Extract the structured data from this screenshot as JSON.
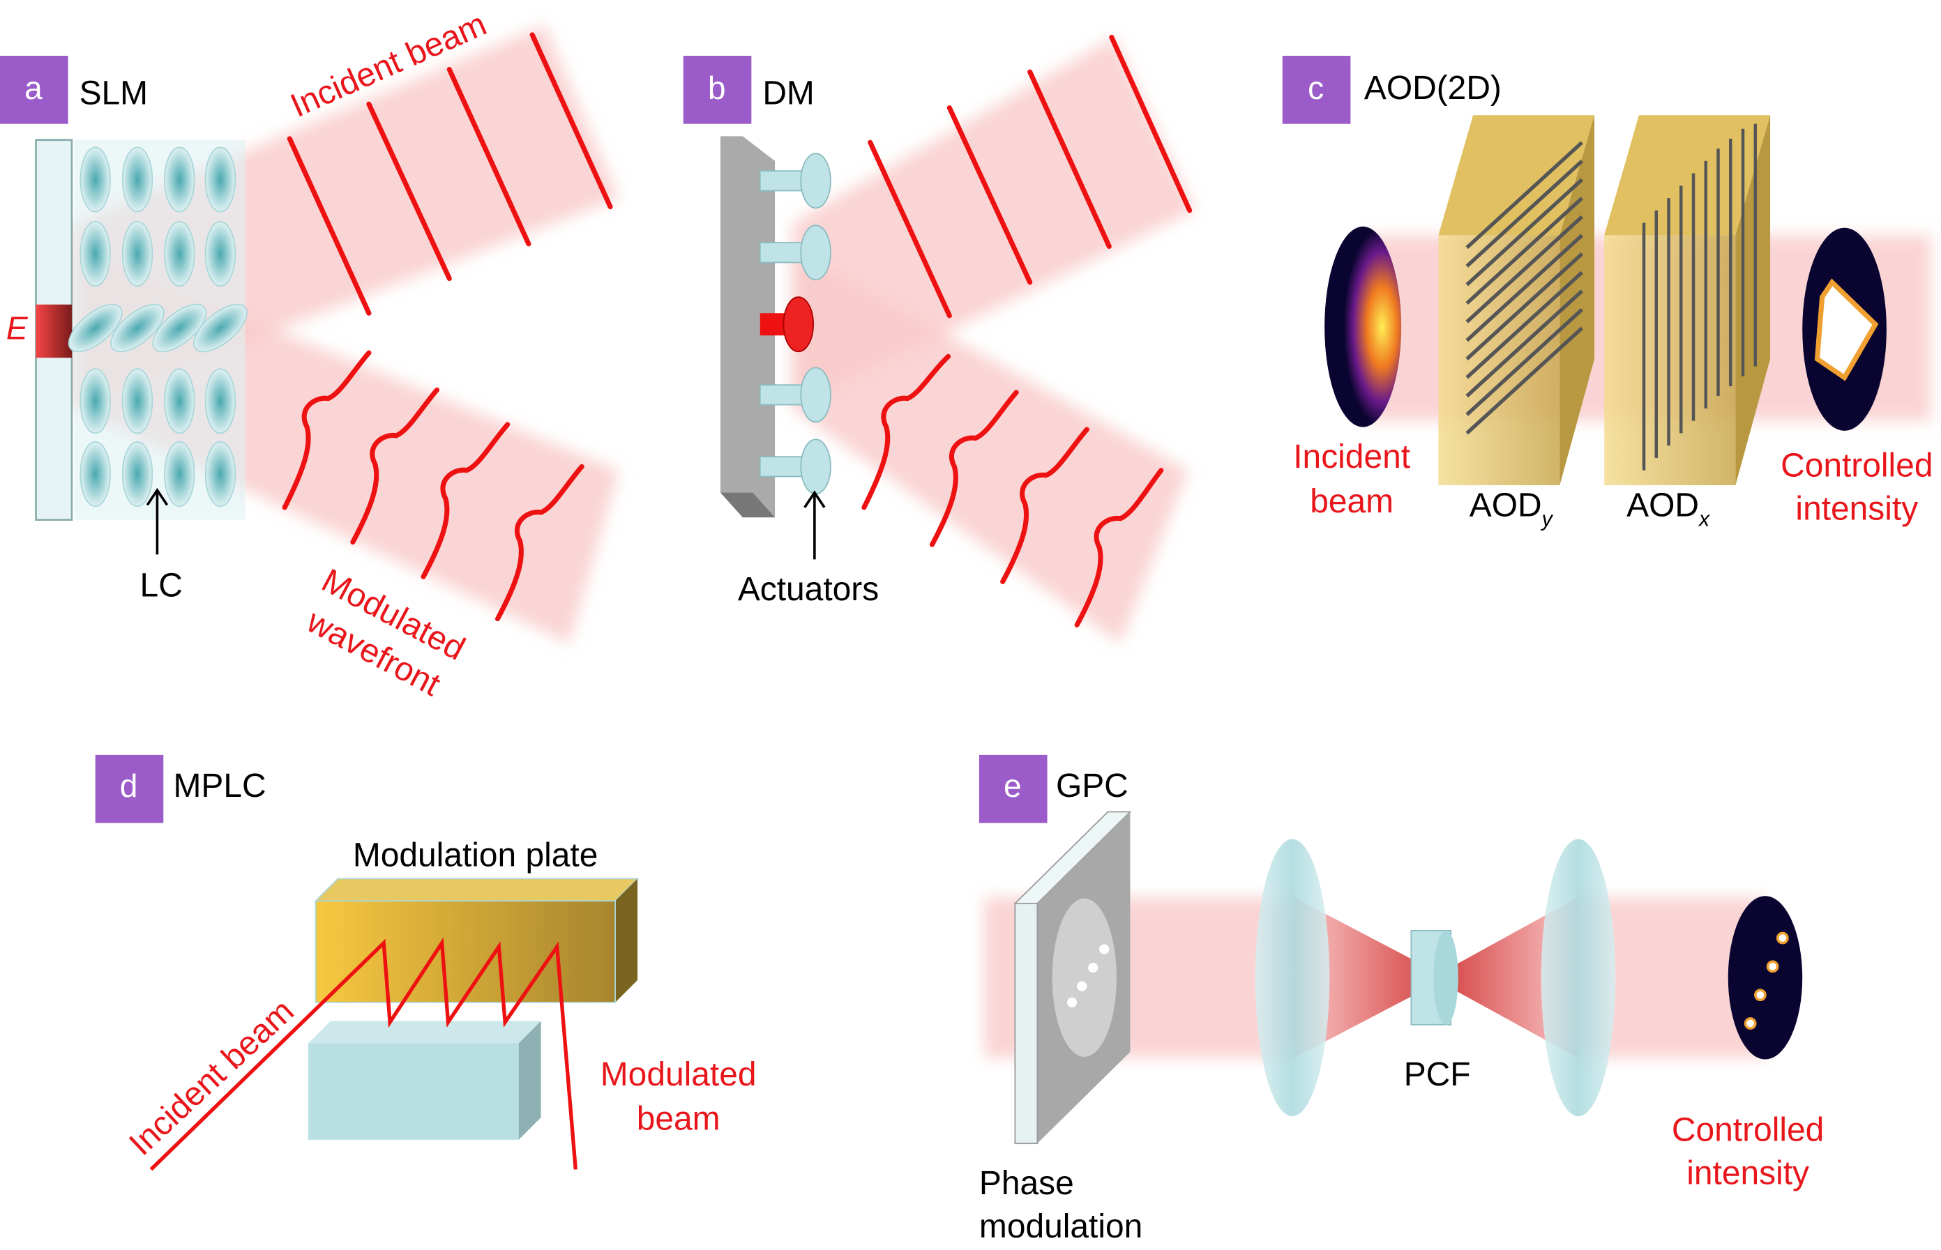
{
  "panels": {
    "a": {
      "letter": "a",
      "title": "SLM",
      "incident": "Incident beam",
      "e_label": "E",
      "lc": "LC",
      "modulated_1": "Modulated",
      "modulated_2": "wavefront"
    },
    "b": {
      "letter": "b",
      "title": "DM",
      "actuators": "Actuators"
    },
    "c": {
      "letter": "c",
      "title": "AOD(2D)",
      "incident_1": "Incident",
      "incident_2": "beam",
      "aody": "AOD",
      "aody_sub": "y",
      "aodx": "AOD",
      "aodx_sub": "x",
      "controlled_1": "Controlled",
      "controlled_2": "intensity"
    },
    "d": {
      "letter": "d",
      "title": "MPLC",
      "plate": "Modulation plate",
      "incident": "Incident beam",
      "modulated_1": "Modulated",
      "modulated_2": "beam"
    },
    "e": {
      "letter": "e",
      "title": "GPC",
      "pcf": "PCF",
      "phase_1": "Phase",
      "phase_2": "modulation",
      "controlled_1": "Controlled",
      "controlled_2": "intensity"
    }
  },
  "colors": {
    "tag": "#9b5bc9",
    "beam": "#f9c9c9",
    "wave": "#ee1111",
    "lc": "#bfe3e6"
  }
}
